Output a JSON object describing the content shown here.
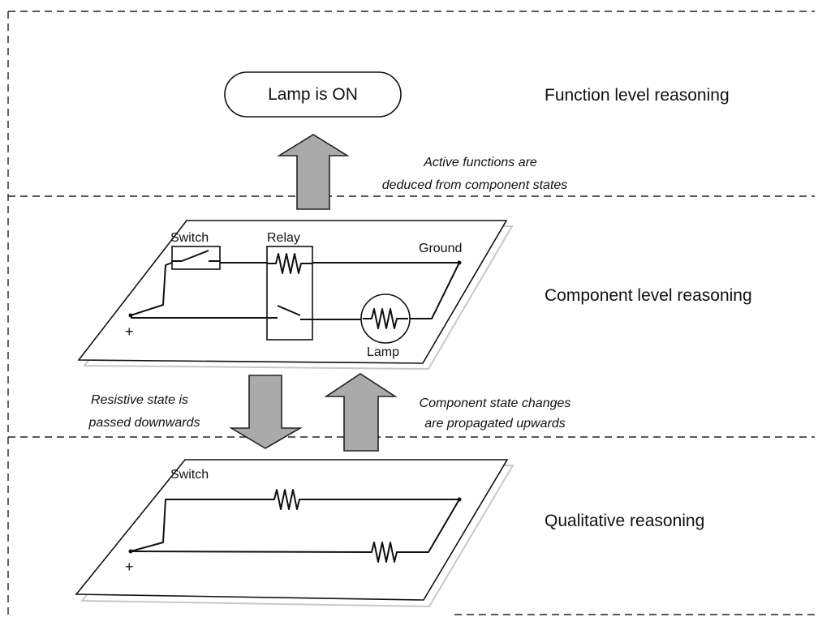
{
  "levels": {
    "function": "Function level reasoning",
    "component": "Component level reasoning",
    "qualitative": "Qualitative reasoning"
  },
  "state_box": "Lamp is ON",
  "notes": {
    "up_top_1": "Active functions are",
    "up_top_2": "deduced from component states",
    "down_1": "Resistive state is",
    "down_2": "passed downwards",
    "up_bottom_1": "Component state changes",
    "up_bottom_2": "are propagated upwards"
  },
  "component_labels": {
    "switch": "Switch",
    "relay": "Relay",
    "ground": "Ground",
    "lamp": "Lamp",
    "plus": "+"
  },
  "qualitative_labels": {
    "switch": "Switch",
    "plus": "+"
  },
  "colors": {
    "arrow_fill": "#aaaaaa",
    "plane_shadow": "#c8c8c8"
  }
}
